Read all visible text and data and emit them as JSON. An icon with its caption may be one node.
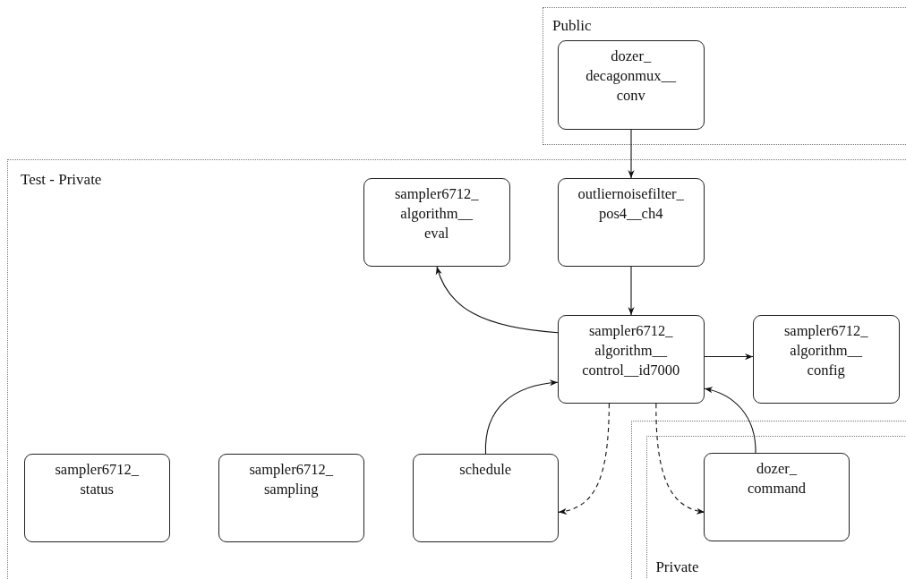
{
  "diagram": {
    "nodes": [
      {
        "text": [
          "Public"
        ]
      },
      {
        "text": [
          "dozer_ decagonmux__ conv"
        ],
        "in": 0
      },
      {
        "text": [
          "Test - Private"
        ]
      },
      {
        "text": [
          "sampler6712_ algorithm__ eval"
        ],
        "in": 2
      },
      {
        "text": [
          "outliernoisefilter_ pos4__ch4"
        ],
        "in": 2
      },
      {
        "text": [
          "sampler6712_ algorithm__ control__id7000"
        ],
        "in": 2
      },
      {
        "text": [
          "sampler6712_ algorithm__ config"
        ],
        "in": 2
      },
      {
        "text": [
          "sampler6712_ status"
        ],
        "in": 2
      },
      {
        "text": [
          "sampler6712_ sampling"
        ],
        "in": 2
      },
      {
        "text": [
          "schedule"
        ],
        "in": 2
      },
      {
        "text": [],
        "shape": "box",
        "in": 2
      },
      {
        "text": [
          "Private"
        ],
        "in": 10
      },
      {
        "text": [
          "dozer_ command"
        ],
        "in": 11
      }
    ],
    "edges": [
      {
        "from": 1,
        "to": 4,
        "arrow": "to"
      },
      {
        "from": 4,
        "to": 5,
        "arrow": "to"
      },
      {
        "from": 5,
        "to": 3,
        "arrow": "to"
      },
      {
        "from": 5,
        "to": 6,
        "arrow": "to"
      },
      {
        "from": 9,
        "to": 5,
        "arrow": "to"
      },
      {
        "from": 12,
        "to": 5,
        "arrow": "to"
      },
      {
        "from": 5,
        "to": 9,
        "arrow": "to",
        "style": "dashed"
      },
      {
        "from": 5,
        "to": 12,
        "arrow": "to",
        "style": "dashed"
      }
    ]
  }
}
